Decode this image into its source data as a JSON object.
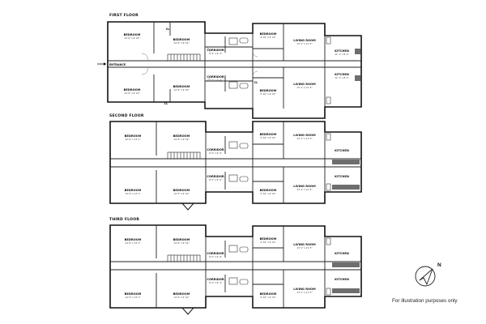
{
  "floors": [
    {
      "title": "FIRST FLOOR",
      "rooms": {
        "bed_tl": {
          "name": "BEDROOM",
          "dim": "14' 9\" x 9' 10\""
        },
        "bed_tm": {
          "name": "BEDROOM",
          "dim": "14' 9\" x 9' 10\""
        },
        "bed_bl": {
          "name": "BEDROOM",
          "dim": "14' 9\" x 9' 10\""
        },
        "bed_bm": {
          "name": "BEDROOM",
          "dim": "14' 9\" x 9' 10\""
        },
        "cor_top": {
          "name": "CORRIDOR",
          "dim": "8' 2\" x 6' 4\""
        },
        "cor_bot": {
          "name": "CORRIDOR",
          "dim": "8' 2\" x 6' 4\""
        },
        "bed_r_top": {
          "name": "BEDROOM",
          "dim": "9' 10\" x 9' 10\""
        },
        "bed_r_bot": {
          "name": "BEDROOM",
          "dim": "9' 10\" x 9' 10\""
        },
        "liv_top": {
          "name": "LIVING ROOM",
          "dim": "13' 1\" x 11' 5\""
        },
        "liv_bot": {
          "name": "LIVING ROOM",
          "dim": "13' 1\" x 11' 5\""
        },
        "kit_top": {
          "name": "KITCHEN",
          "dim": "11' 1\" x 8' 2\""
        },
        "kit_bot": {
          "name": "KITCHEN",
          "dim": "11' 1\" x 8' 2\""
        }
      },
      "closets": [
        "CL",
        "CL",
        "CL"
      ],
      "entrance": "ENTRANCE"
    },
    {
      "title": "SECOND FLOOR",
      "rooms": {
        "bed_tl": {
          "name": "BEDROOM",
          "dim": "14' 9\" x 13' 1\""
        },
        "bed_tm": {
          "name": "BEDROOM",
          "dim": "14' 9\" x 9' 10\""
        },
        "bed_bl": {
          "name": "BEDROOM",
          "dim": "14' 9\" x 13' 1\""
        },
        "bed_bm": {
          "name": "BEDROOM",
          "dim": "14' 9\" x 9' 10\""
        },
        "cor_top": {
          "name": "CORRIDOR",
          "dim": "8' 2\" x 6' 4\""
        },
        "cor_bot": {
          "name": "CORRIDOR",
          "dim": "8' 2\" x 6' 4\""
        },
        "bed_r_top": {
          "name": "BEDROOM",
          "dim": "9' 10\" x 9' 10\""
        },
        "bed_r_bot": {
          "name": "BEDROOM",
          "dim": "9' 10\" x 9' 10\""
        },
        "liv_top": {
          "name": "LIVING ROOM",
          "dim": "13' 1\" x 11' 5\""
        },
        "liv_bot": {
          "name": "LIVING ROOM",
          "dim": "13' 1\" x 11' 5\""
        },
        "kit_top": {
          "name": "KITCHEN",
          "dim": ""
        },
        "kit_bot": {
          "name": "KITCHEN",
          "dim": ""
        }
      },
      "closets": [],
      "entrance": ""
    },
    {
      "title": "THIRD FLOOR",
      "rooms": {
        "bed_tl": {
          "name": "BEDROOM",
          "dim": "14' 9\" x 13' 1\""
        },
        "bed_tm": {
          "name": "BEDROOM",
          "dim": "14' 9\" x 9' 10\""
        },
        "bed_bl": {
          "name": "BEDROOM",
          "dim": "14' 9\" x 13' 1\""
        },
        "bed_bm": {
          "name": "BEDROOM",
          "dim": "14' 9\" x 9' 10\""
        },
        "cor_top": {
          "name": "CORRIDOR",
          "dim": "8' 2\" x 6' 4\""
        },
        "cor_bot": {
          "name": "CORRIDOR",
          "dim": "8' 2\" x 6' 4\""
        },
        "bed_r_top": {
          "name": "BEDROOM",
          "dim": "9' 10\" x 9' 10\""
        },
        "bed_r_bot": {
          "name": "BEDROOM",
          "dim": "9' 10\" x 9' 10\""
        },
        "liv_top": {
          "name": "LIVING ROOM",
          "dim": "13' 1\" x 11' 5\""
        },
        "liv_bot": {
          "name": "LIVING ROOM",
          "dim": "13' 1\" x 11' 5\""
        },
        "kit_top": {
          "name": "KITCHEN",
          "dim": ""
        },
        "kit_bot": {
          "name": "KITCHEN",
          "dim": ""
        }
      },
      "closets": [],
      "entrance": ""
    }
  ],
  "compass": {
    "label": "N",
    "icon": "compass-arrow-icon"
  },
  "disclaimer": "For illustration purposes only",
  "colors": {
    "wall": "#111111",
    "line": "#333333",
    "counter": "#6e6e6e",
    "background": "#ffffff"
  }
}
